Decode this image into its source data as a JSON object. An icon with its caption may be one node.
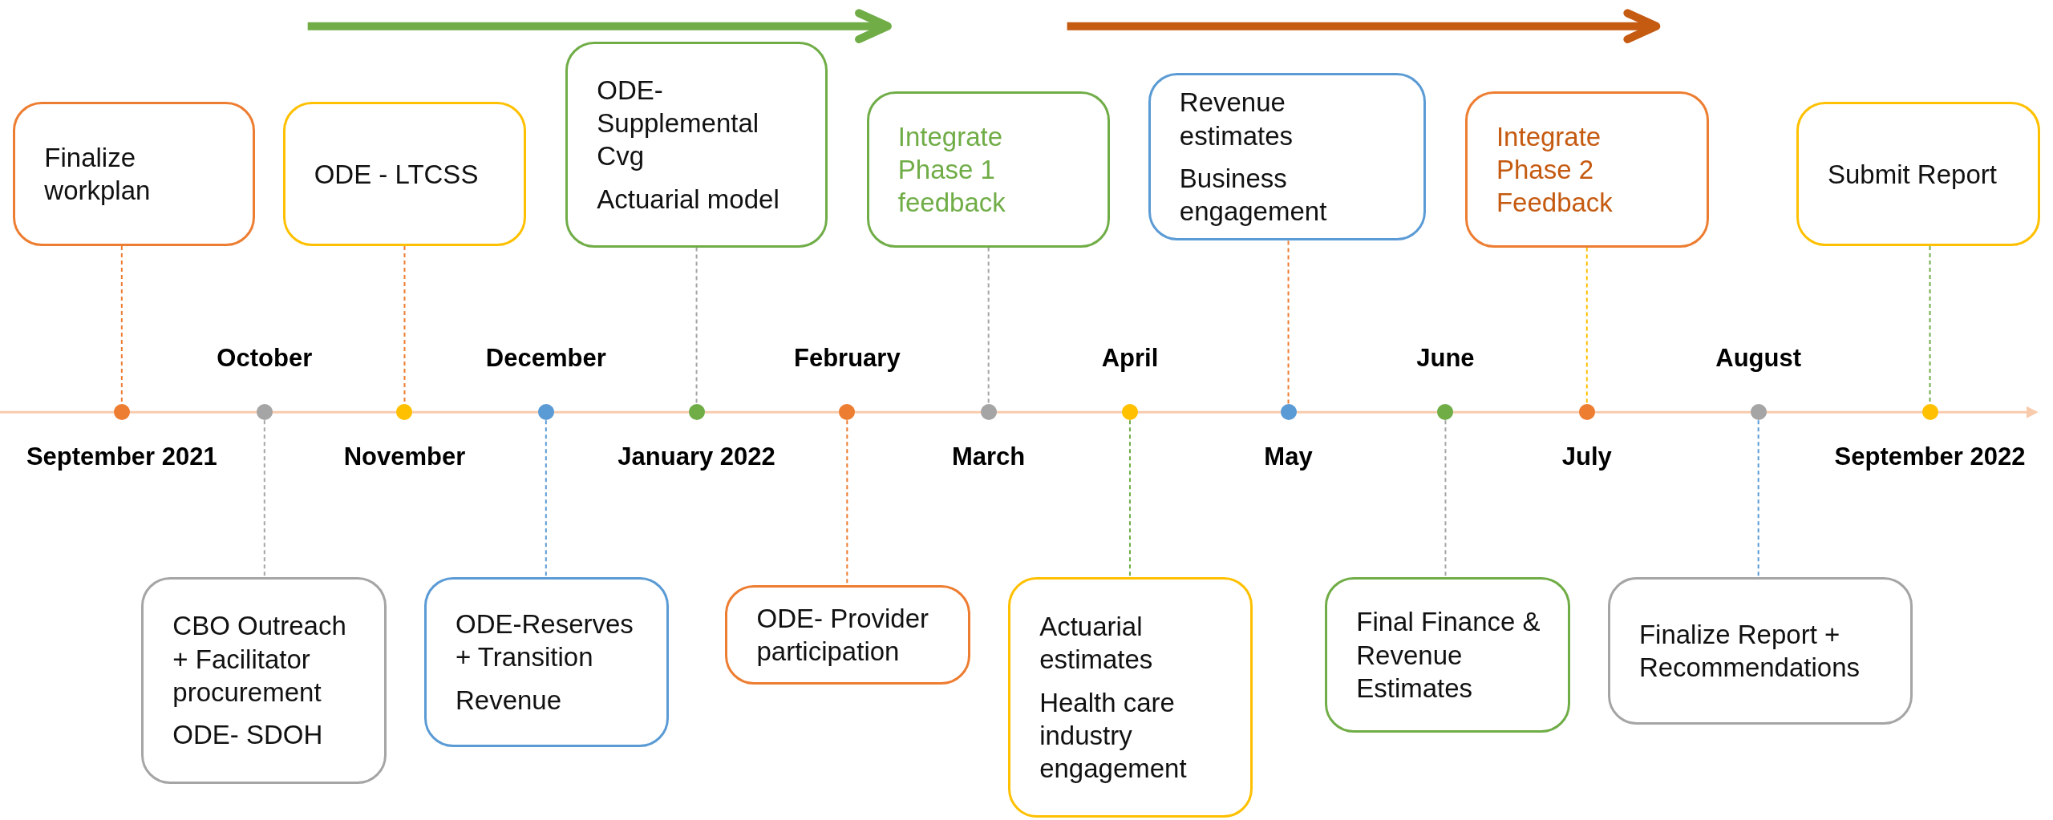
{
  "diagram": {
    "nodes": [
      {
        "text": [
          "Finalize workplan"
        ]
      },
      {
        "text": [
          "ODE - LTCSS"
        ]
      },
      {
        "text": [
          "ODE-Supplemental Cvg",
          "Actuarial model"
        ]
      },
      {
        "text": [
          "Integrate Phase 1 feedback"
        ]
      },
      {
        "text": [
          "Revenue estimates",
          "Business engagement"
        ]
      },
      {
        "text": [
          "Integrate Phase 2 Feedback"
        ]
      },
      {
        "text": [
          "Submit Report"
        ]
      },
      {
        "text": [],
        "shape": "circle",
        "beside": [
          "September 2021"
        ]
      },
      {
        "text": [],
        "shape": "circle",
        "beside": [
          "October"
        ]
      },
      {
        "text": [],
        "shape": "circle",
        "beside": [
          "November"
        ]
      },
      {
        "text": [],
        "shape": "circle",
        "beside": [
          "December"
        ]
      },
      {
        "text": [],
        "shape": "circle",
        "beside": [
          "January 2022"
        ]
      },
      {
        "text": [],
        "shape": "circle",
        "beside": [
          "February"
        ]
      },
      {
        "text": [],
        "shape": "circle",
        "beside": [
          "March"
        ]
      },
      {
        "text": [],
        "shape": "circle",
        "beside": [
          "April"
        ]
      },
      {
        "text": [],
        "shape": "circle",
        "beside": [
          "May"
        ]
      },
      {
        "text": [],
        "shape": "circle",
        "beside": [
          "June"
        ]
      },
      {
        "text": [],
        "shape": "circle",
        "beside": [
          "July"
        ]
      },
      {
        "text": [],
        "shape": "circle",
        "beside": [
          "August"
        ]
      },
      {
        "text": [],
        "shape": "circle",
        "beside": [
          "September 2022"
        ]
      },
      {
        "text": [
          "CBO Outreach + Facilitator procurement",
          "ODE- SDOH"
        ]
      },
      {
        "text": [
          "ODE-Reserves + Transition",
          "Revenue"
        ]
      },
      {
        "text": [
          "ODE- Provider participation"
        ]
      },
      {
        "text": [
          "Actuarial estimates",
          "Health care industry engagement"
        ]
      },
      {
        "text": [
          "Final Finance & Revenue Estimates"
        ]
      },
      {
        "text": [
          "Finalize Report + Recommendations"
        ]
      }
    ],
    "edges": [
      {
        "from": 0,
        "to": 7,
        "arrow": "none",
        "style": "dashed",
        "color": "#ed7d31"
      },
      {
        "from": 1,
        "to": 9,
        "arrow": "none",
        "style": "dashed",
        "color": "#ed7d31"
      },
      {
        "from": 2,
        "to": 11,
        "arrow": "none",
        "style": "dashed",
        "color": "#a5a5a5"
      },
      {
        "from": 3,
        "to": 13,
        "arrow": "none",
        "style": "dashed",
        "color": "#a5a5a5"
      },
      {
        "from": 4,
        "to": 15,
        "arrow": "none",
        "style": "dashed",
        "color": "#ed7d31"
      },
      {
        "from": 5,
        "to": 17,
        "arrow": "none",
        "style": "dashed",
        "color": "#ffc000"
      },
      {
        "from": 6,
        "to": 19,
        "arrow": "none",
        "style": "dashed",
        "color": "#70ad47"
      },
      {
        "from": 8,
        "to": 20,
        "arrow": "none",
        "style": "dashed",
        "color": "#a5a5a5"
      },
      {
        "from": 10,
        "to": 21,
        "arrow": "none",
        "style": "dashed",
        "color": "#5b9bd5"
      },
      {
        "from": 12,
        "to": 22,
        "arrow": "none",
        "style": "dashed",
        "color": "#ed7d31"
      },
      {
        "from": 14,
        "to": 23,
        "arrow": "none",
        "style": "dashed",
        "color": "#70ad47"
      },
      {
        "from": 16,
        "to": 24,
        "arrow": "none",
        "style": "dashed",
        "color": "#a5a5a5"
      },
      {
        "from": 18,
        "to": 25,
        "arrow": "none",
        "style": "dashed",
        "color": "#5b9bd5"
      }
    ]
  }
}
